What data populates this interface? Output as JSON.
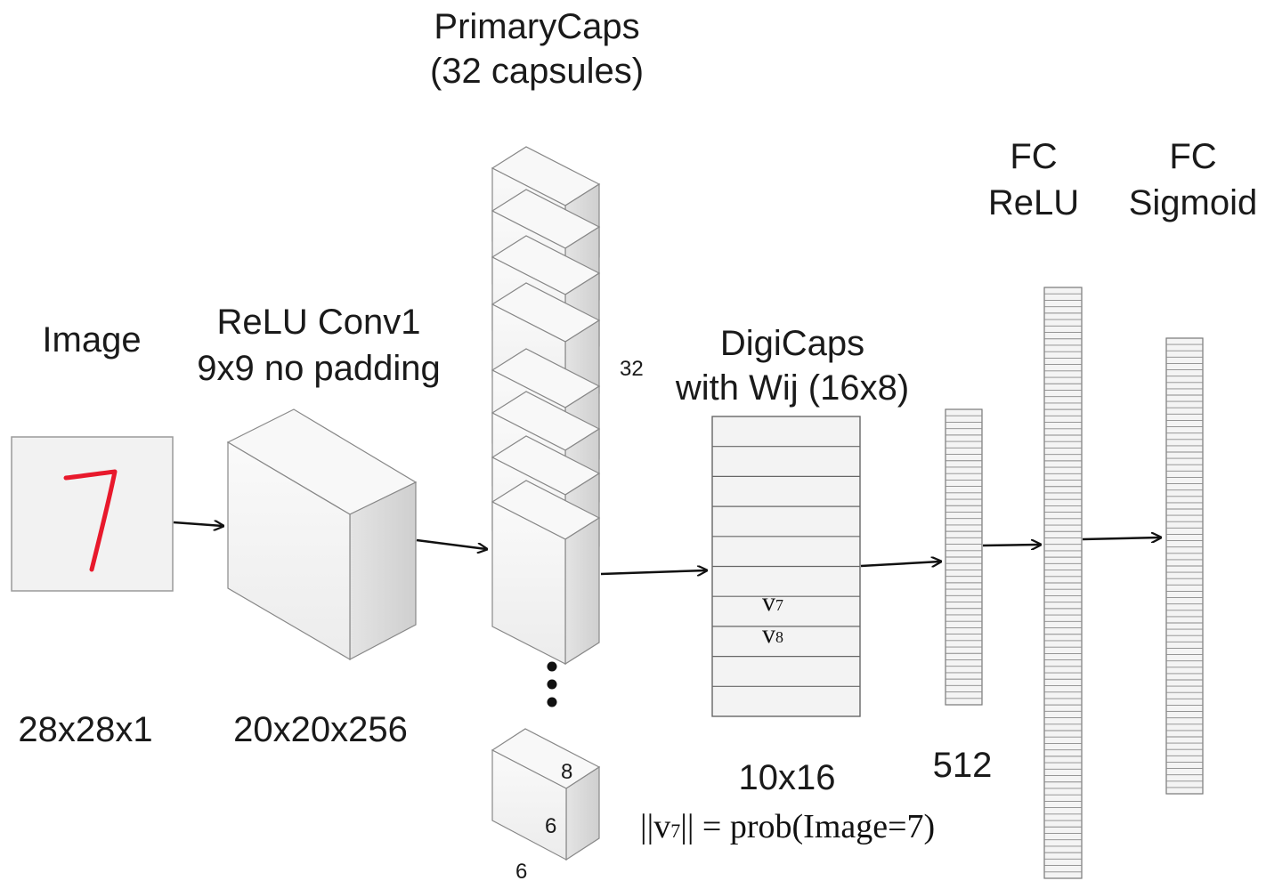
{
  "labels": {
    "image_title": "Image",
    "conv_title_1": "ReLU Conv1",
    "conv_title_2": "9x9 no padding",
    "primary_title_1": "PrimaryCaps",
    "primary_title_2": "(32 capsules)",
    "digi_title_1": "DigiCaps",
    "digi_title_2": "with Wij (16x8)",
    "fc1_title_1": "FC",
    "fc1_title_2": "ReLU",
    "fc2_title_1": "FC",
    "fc2_title_2": "Sigmoid"
  },
  "dims": {
    "image": "28x28x1",
    "conv": "20x20x256",
    "primary_depth": "32",
    "capsule_a": "8",
    "capsule_b": "6",
    "capsule_c": "6",
    "digi": "10x16",
    "fc_hidden": "512"
  },
  "digicaps": {
    "row_v7": "v",
    "row_v7_sub": "7",
    "row_v8": "v",
    "row_v8_sub": "8"
  },
  "formula": {
    "lhs_open": "||v",
    "lhs_sub": "7",
    "rest": "|| = prob(Image=7)"
  },
  "digit_drawn": "7",
  "colors": {
    "digit": "#e8192c",
    "box_face": "#f4f4f4",
    "box_side": "#d8d8d8",
    "box_top": "#fbfbfb",
    "stroke": "#555555",
    "arrow": "#111111"
  }
}
